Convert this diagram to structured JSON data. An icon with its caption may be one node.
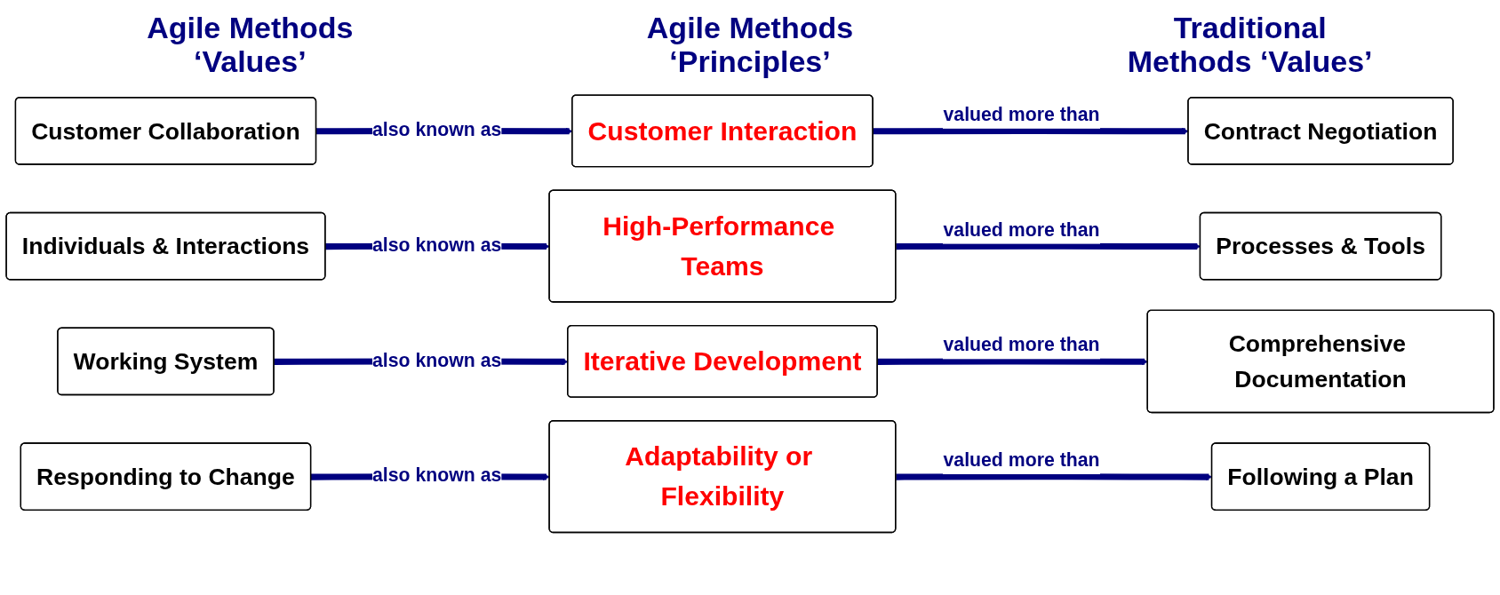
{
  "diagram": {
    "nodes": [
      {
        "text": [
          "Customer Collaboration"
        ]
      },
      {
        "text": [
          "Customer Interaction"
        ]
      },
      {
        "text": [
          "Contract Negotiation"
        ]
      },
      {
        "text": [
          "Individuals & Interactions"
        ]
      },
      {
        "text": [
          "High-Performance Teams"
        ]
      },
      {
        "text": [
          "Processes & Tools"
        ]
      },
      {
        "text": [
          "Working System"
        ]
      },
      {
        "text": [
          "Iterative Development"
        ]
      },
      {
        "text": [
          "Comprehensive Documentation"
        ]
      },
      {
        "text": [
          "Responding to Change"
        ]
      },
      {
        "text": [
          "Adaptability or Flexibility"
        ]
      },
      {
        "text": [
          "Following a Plan"
        ]
      }
    ],
    "edges": [
      {
        "from": 0,
        "to": 1,
        "arrow": "to",
        "label": "also known as"
      },
      {
        "from": 1,
        "to": 2,
        "arrow": "to",
        "label": "valued more than"
      },
      {
        "from": 3,
        "to": 4,
        "arrow": "to",
        "label": "also known as"
      },
      {
        "from": 4,
        "to": 5,
        "arrow": "to",
        "label": "valued more than"
      },
      {
        "from": 6,
        "to": 7,
        "arrow": "to",
        "label": "also known as"
      },
      {
        "from": 7,
        "to": 8,
        "arrow": "to",
        "label": "valued more than"
      },
      {
        "from": 9,
        "to": 10,
        "arrow": "to",
        "label": "also known as"
      },
      {
        "from": 10,
        "to": 11,
        "arrow": "to",
        "label": "valued more than"
      }
    ],
    "labels": [
      "Agile Methods ‘Values’",
      "Agile Methods ‘Principles’",
      "Traditional Methods ‘Values’"
    ]
  }
}
